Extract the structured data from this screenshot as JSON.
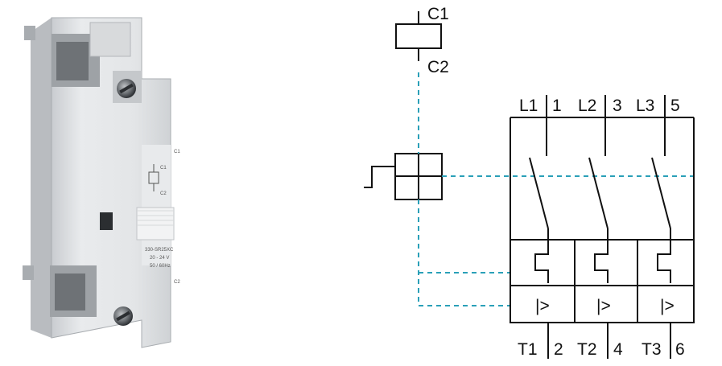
{
  "photo": {
    "terminal_top": "C1",
    "coil_top": "C1",
    "coil_bottom": "C2",
    "model": "330-SR25XC",
    "voltage": "20 - 24 V",
    "frequency": "50 / 60Hz",
    "terminal_bottom": "C2"
  },
  "diagram": {
    "coil_labels": [
      "C1",
      "C2"
    ],
    "line_terminals": [
      {
        "phase": "L1",
        "number": "1"
      },
      {
        "phase": "L2",
        "number": "3"
      },
      {
        "phase": "L3",
        "number": "5"
      }
    ],
    "load_terminals": [
      {
        "phase": "T1",
        "number": "2"
      },
      {
        "phase": "T2",
        "number": "4"
      },
      {
        "phase": "T3",
        "number": "6"
      }
    ],
    "magnetic_symbol": "|>",
    "colors": {
      "line": "#111111",
      "mechanical_link": "#2aa0b8",
      "device_body": "#e4e6e8"
    }
  }
}
